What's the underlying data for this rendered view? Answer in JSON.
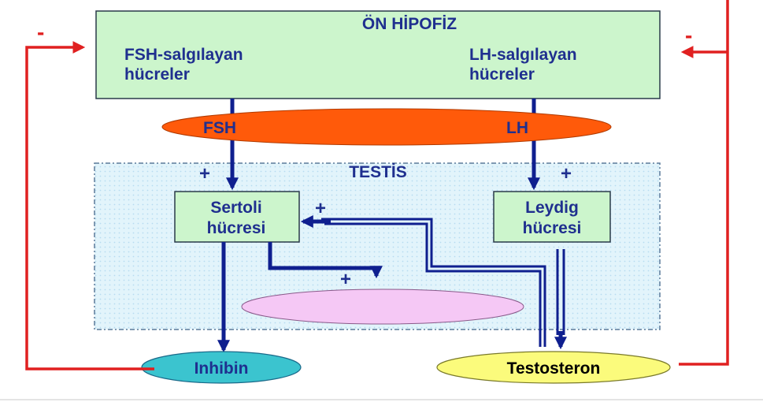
{
  "diagram": {
    "pituitary": {
      "title": "ÖN HİPOFİZ",
      "fsh_cells_line1": "FSH-salgılayan",
      "fsh_cells_line2": "hücreler",
      "lh_cells_line1": "LH-salgılayan",
      "lh_cells_line2": "hücreler"
    },
    "hormones": {
      "fsh": "FSH",
      "lh": "LH"
    },
    "testis": {
      "title": "TESTİS",
      "sertoli_line1": "Sertoli",
      "sertoli_line2": "hücresi",
      "leydig_line1": "Leydig",
      "leydig_line2": "hücresi"
    },
    "products": {
      "inhibin": "Inhibin",
      "testosterone": "Testosteron"
    },
    "signs": {
      "plus": "+",
      "minus": "-"
    },
    "colors": {
      "box_fill": "#ccf5cc",
      "testis_fill": "#e2f4fb",
      "fsh_band": "#ff5a0a",
      "inhibin": "#3bc4cf",
      "testosterone": "#fbfb7c",
      "product_oval": "#f5c8f5",
      "arrow_blue": "#0f1f8f",
      "feedback_red": "#e02020"
    }
  }
}
